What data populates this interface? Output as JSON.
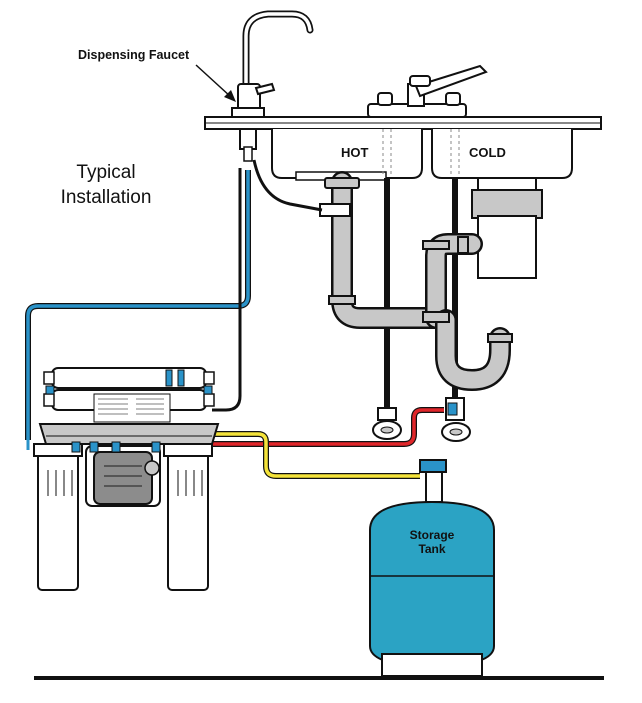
{
  "labels": {
    "faucet": "Dispensing Faucet",
    "title_line1": "Typical",
    "title_line2": "Installation",
    "hot": "HOT",
    "cold": "COLD",
    "tank_line1": "Storage",
    "tank_line2": "Tank"
  },
  "colors": {
    "line_outline": "#111111",
    "tubing_blue": "#2a93c9",
    "tubing_yellow": "#f4e33a",
    "tubing_red": "#e0262a",
    "tubing_black": "#111111",
    "drain_pipe": "#c8c8c8",
    "tank_fill": "#2ba3c4",
    "housing_fill": "#ffffff",
    "pump_fill": "#8c8c8c"
  }
}
